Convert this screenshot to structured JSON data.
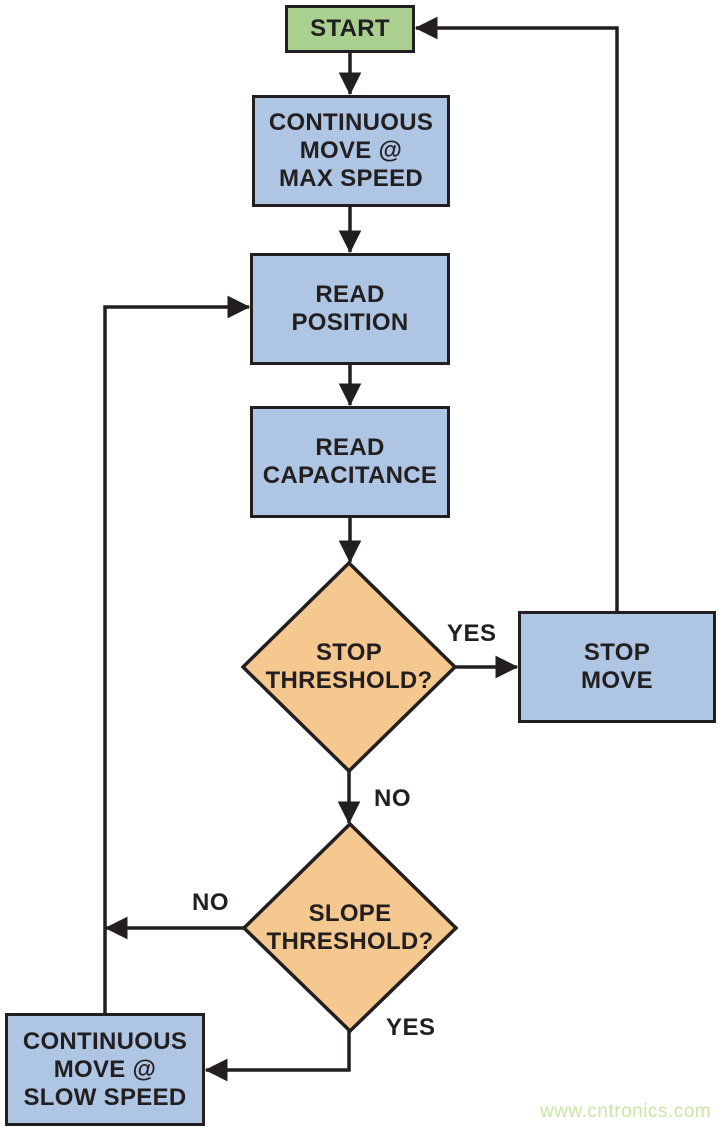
{
  "page": {
    "type": "flowchart"
  },
  "nodes": {
    "start": {
      "label": "START",
      "type": "terminator"
    },
    "move_max": {
      "label": "CONTINUOUS\nMOVE @\nMAX SPEED",
      "type": "process"
    },
    "read_position": {
      "label": "READ\nPOSITION",
      "type": "process"
    },
    "read_capacitance": {
      "label": "READ\nCAPACITANCE",
      "type": "process"
    },
    "stop_threshold": {
      "label": "STOP\nTHRESHOLD?",
      "type": "decision"
    },
    "stop_move": {
      "label": "STOP\nMOVE",
      "type": "process"
    },
    "slope_threshold": {
      "label": "SLOPE\nTHRESHOLD?",
      "type": "decision"
    },
    "move_slow": {
      "label": "CONTINUOUS\nMOVE @\nSLOW SPEED",
      "type": "process"
    }
  },
  "edges": [
    {
      "from": "start",
      "to": "move_max",
      "label": ""
    },
    {
      "from": "move_max",
      "to": "read_position",
      "label": ""
    },
    {
      "from": "read_position",
      "to": "read_capacitance",
      "label": ""
    },
    {
      "from": "read_capacitance",
      "to": "stop_threshold",
      "label": ""
    },
    {
      "from": "stop_threshold",
      "to": "stop_move",
      "label": "YES"
    },
    {
      "from": "stop_threshold",
      "to": "slope_threshold",
      "label": "NO"
    },
    {
      "from": "slope_threshold",
      "to": "read_position",
      "label": "NO"
    },
    {
      "from": "slope_threshold",
      "to": "move_slow",
      "label": "YES"
    },
    {
      "from": "stop_move",
      "to": "start",
      "label": ""
    },
    {
      "from": "move_slow",
      "to": "read_position",
      "label": ""
    }
  ],
  "watermark": {
    "text": "www.cntronics.com"
  },
  "colors": {
    "background": "#ffffff",
    "start_fill": "#a9d08e",
    "process_fill": "#aec6e4",
    "decision_fill": "#f4c88e",
    "line": "#231f20",
    "text": "#231f20",
    "watermark": "#c9e5a4"
  }
}
